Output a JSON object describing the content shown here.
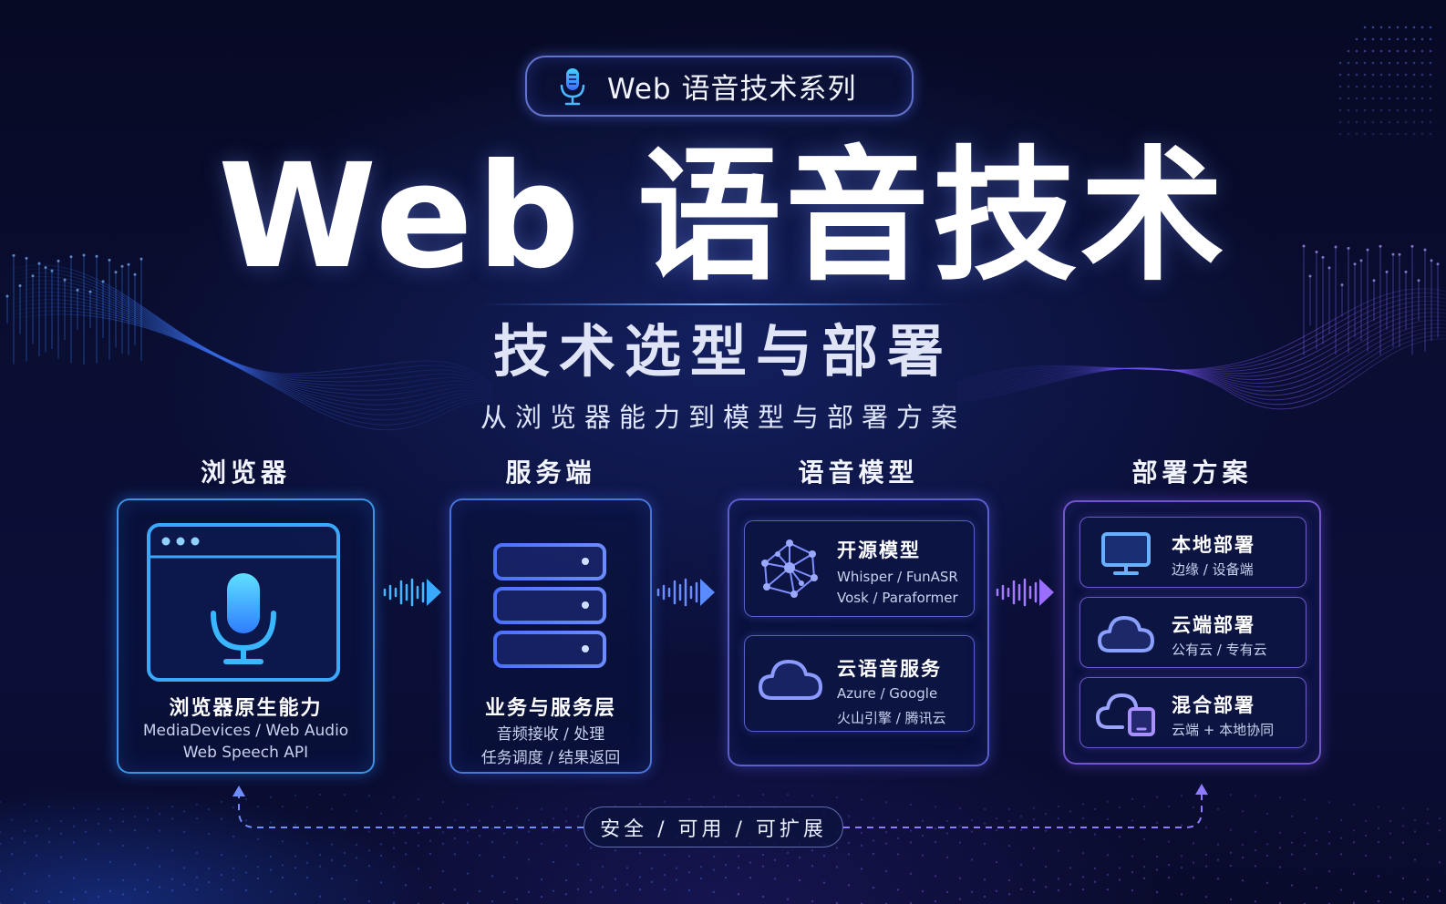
{
  "badge": {
    "text": "Web 语音技术系列",
    "icon": "microphone-icon"
  },
  "title": "Web 语音技术",
  "subtitle": "技术选型与部署",
  "tagline": "从浏览器能力到模型与部署方案",
  "columns": {
    "browser": {
      "heading": "浏览器",
      "icon": "browser-window-microphone-icon",
      "label": "浏览器原生能力",
      "line1": "MediaDevices / Web Audio",
      "line2": "Web Speech API"
    },
    "server": {
      "heading": "服务端",
      "icon": "server-stack-icon",
      "label": "业务与服务层",
      "line1": "音频接收 / 处理",
      "line2": "任务调度 / 结果返回"
    },
    "model": {
      "heading": "语音模型",
      "items": [
        {
          "icon": "neural-network-icon",
          "title": "开源模型",
          "line1": "Whisper / FunASR",
          "line2": "Vosk / Paraformer"
        },
        {
          "icon": "cloud-icon",
          "title": "云语音服务",
          "line1": "Azure / Google",
          "line2": "火山引擎 / 腾讯云"
        }
      ]
    },
    "deploy": {
      "heading": "部署方案",
      "items": [
        {
          "icon": "monitor-icon",
          "title": "本地部署",
          "line": "边缘 / 设备端"
        },
        {
          "icon": "cloud-icon",
          "title": "云端部署",
          "line": "公有云 / 专有云"
        },
        {
          "icon": "cloud-device-icon",
          "title": "混合部署",
          "line": "云端 + 本地协同"
        }
      ]
    }
  },
  "footer": "安全 / 可用 / 可扩展",
  "colors": {
    "background": "#0a0e33",
    "browser_accent": "#3aa8ff",
    "server_accent": "#5a8cff",
    "model_accent": "#7d7dff",
    "deploy_accent": "#9a6eff",
    "text": "#ffffff"
  }
}
